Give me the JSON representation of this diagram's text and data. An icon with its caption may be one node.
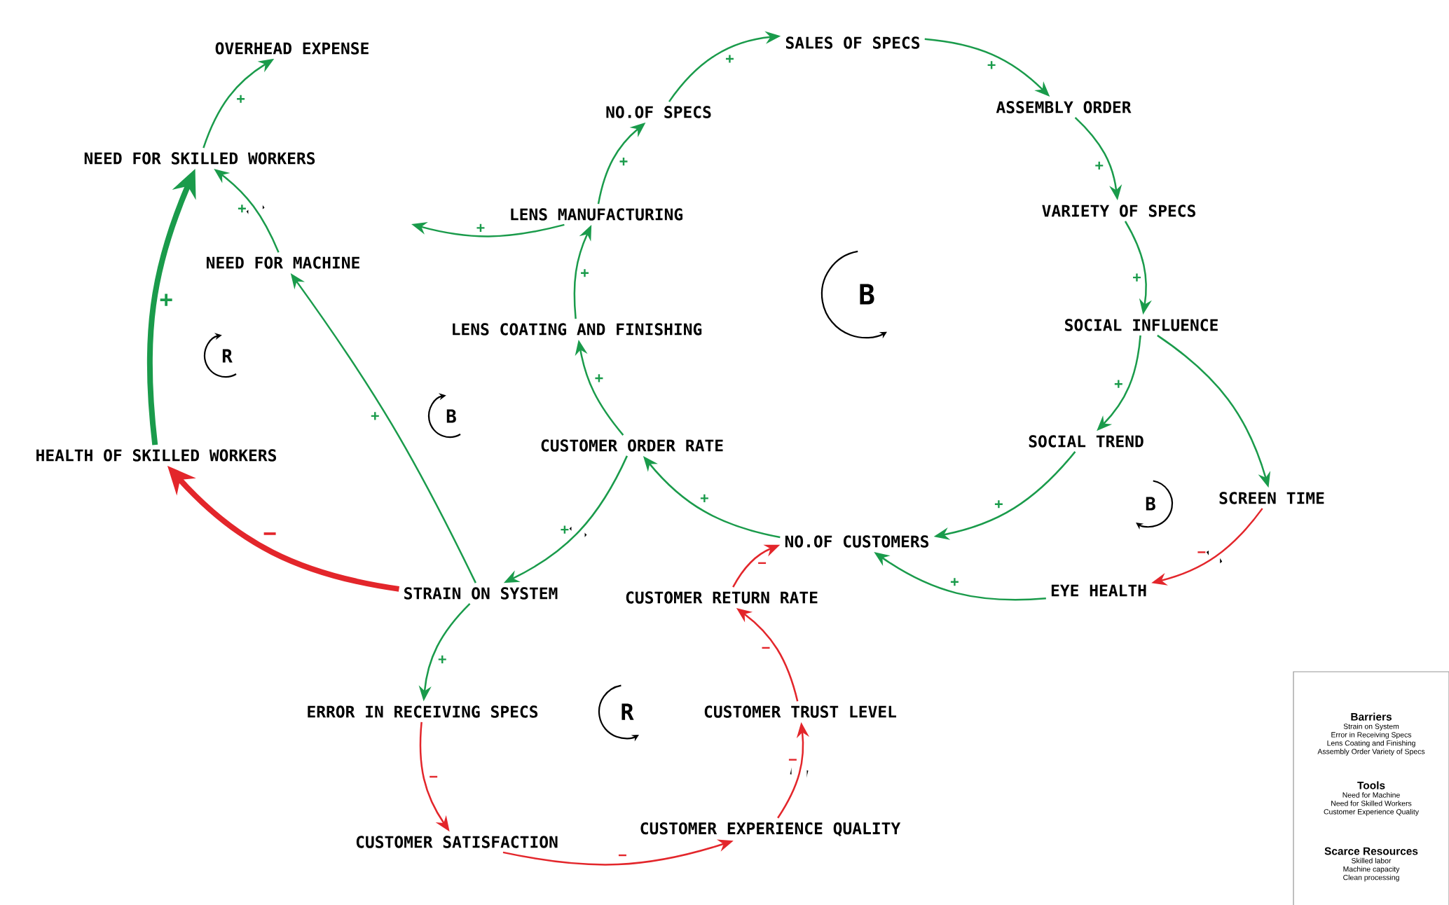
{
  "diagram": {
    "nodes": [
      {
        "text": [
          "OVERHEAD EXPENSE"
        ]
      },
      {
        "text": [
          "NEED FOR SKILLED WORKERS"
        ]
      },
      {
        "text": [
          "NEED FOR MACHINE"
        ]
      },
      {
        "text": [
          "HEALTH OF SKILLED WORKERS"
        ]
      },
      {
        "text": [
          "NO.OF SPECS"
        ]
      },
      {
        "text": [
          "SALES OF SPECS"
        ]
      },
      {
        "text": [
          "LENS MANUFACTURING"
        ]
      },
      {
        "text": [
          "LENS COATING AND FINISHING"
        ]
      },
      {
        "text": [
          "CUSTOMER ORDER RATE"
        ]
      },
      {
        "text": [
          "ASSEMBLY ORDER"
        ]
      },
      {
        "text": [
          "VARIETY OF SPECS"
        ]
      },
      {
        "text": [
          "SOCIAL INFLUENCE"
        ]
      },
      {
        "text": [
          "SOCIAL TREND"
        ]
      },
      {
        "text": [
          "SCREEN TIME"
        ]
      },
      {
        "text": [
          "NO.OF CUSTOMERS"
        ]
      },
      {
        "text": [
          "EYE HEALTH"
        ]
      },
      {
        "text": [
          "STRAIN ON SYSTEM"
        ]
      },
      {
        "text": [
          "CUSTOMER RETURN RATE"
        ]
      },
      {
        "text": [
          "ERROR IN RECEIVING SPECS"
        ]
      },
      {
        "text": [
          "CUSTOMER TRUST LEVEL"
        ]
      },
      {
        "text": [
          "CUSTOMER SATISFACTION"
        ]
      },
      {
        "text": [
          "CUSTOMER EXPERIENCE QUALITY"
        ]
      },
      {
        "text": [],
        "shape": "box"
      },
      {
        "text": [
          "Barriers",
          "Strain on System",
          "Error in Receiving Specs",
          "Lens Coating and Finishing",
          "Assembly Order Variety of Specs"
        ],
        "in": 22
      },
      {
        "text": [
          "Tools",
          "Need for Machine",
          "Need for Skilled Workers",
          "Customer Experience Quality"
        ],
        "in": 22
      },
      {
        "text": [
          "Scarce Resources",
          "Skilled labor",
          "Machine capacity",
          "Clean processing"
        ],
        "in": 22
      }
    ],
    "edges": [
      {
        "from": 1,
        "to": 0,
        "arrow": "to",
        "label": "+"
      },
      {
        "from": 2,
        "to": 1,
        "arrow": "to",
        "label": "+"
      },
      {
        "from": 3,
        "to": 1,
        "arrow": "to",
        "label": "+",
        "style": "thick"
      },
      {
        "from": 16,
        "to": 2,
        "arrow": "to",
        "label": "+"
      },
      {
        "from": 16,
        "to": 3,
        "arrow": "to",
        "label": "−",
        "style": "thick",
        "color": "#e3262b"
      },
      {
        "from": 6,
        "to": null,
        "arrow": "to",
        "label": "+"
      },
      {
        "from": 6,
        "to": 4,
        "arrow": "to",
        "label": "+"
      },
      {
        "from": 4,
        "to": 5,
        "arrow": "to",
        "label": "+"
      },
      {
        "from": 7,
        "to": 6,
        "arrow": "to",
        "label": "+"
      },
      {
        "from": 8,
        "to": 7,
        "arrow": "to",
        "label": "+"
      },
      {
        "from": 5,
        "to": 9,
        "arrow": "to",
        "label": "+"
      },
      {
        "from": 9,
        "to": 10,
        "arrow": "to",
        "label": "+"
      },
      {
        "from": 10,
        "to": 11,
        "arrow": "to",
        "label": "+"
      },
      {
        "from": 11,
        "to": 12,
        "arrow": "to",
        "label": "+"
      },
      {
        "from": 11,
        "to": 13,
        "arrow": "to"
      },
      {
        "from": 12,
        "to": 14,
        "arrow": "to",
        "label": "+"
      },
      {
        "from": 13,
        "to": 15,
        "arrow": "to",
        "label": "−",
        "color": "#e3262b"
      },
      {
        "from": 15,
        "to": 14,
        "arrow": "to",
        "label": "+"
      },
      {
        "from": 14,
        "to": 8,
        "arrow": "to",
        "label": "+"
      },
      {
        "from": 8,
        "to": 16,
        "arrow": "to",
        "label": "+"
      },
      {
        "from": 16,
        "to": 18,
        "arrow": "to",
        "label": "+"
      },
      {
        "from": 18,
        "to": 20,
        "arrow": "to",
        "label": "−",
        "color": "#e3262b"
      },
      {
        "from": 20,
        "to": 21,
        "arrow": "to",
        "label": "−",
        "color": "#e3262b"
      },
      {
        "from": 21,
        "to": 19,
        "arrow": "to",
        "label": "−",
        "color": "#e3262b"
      },
      {
        "from": 19,
        "to": 17,
        "arrow": "to",
        "label": "−",
        "color": "#e3262b"
      },
      {
        "from": 17,
        "to": 14,
        "arrow": "to",
        "label": "−",
        "color": "#e3262b"
      }
    ],
    "labels": [
      "B",
      "R",
      "B",
      "B",
      "R"
    ]
  }
}
